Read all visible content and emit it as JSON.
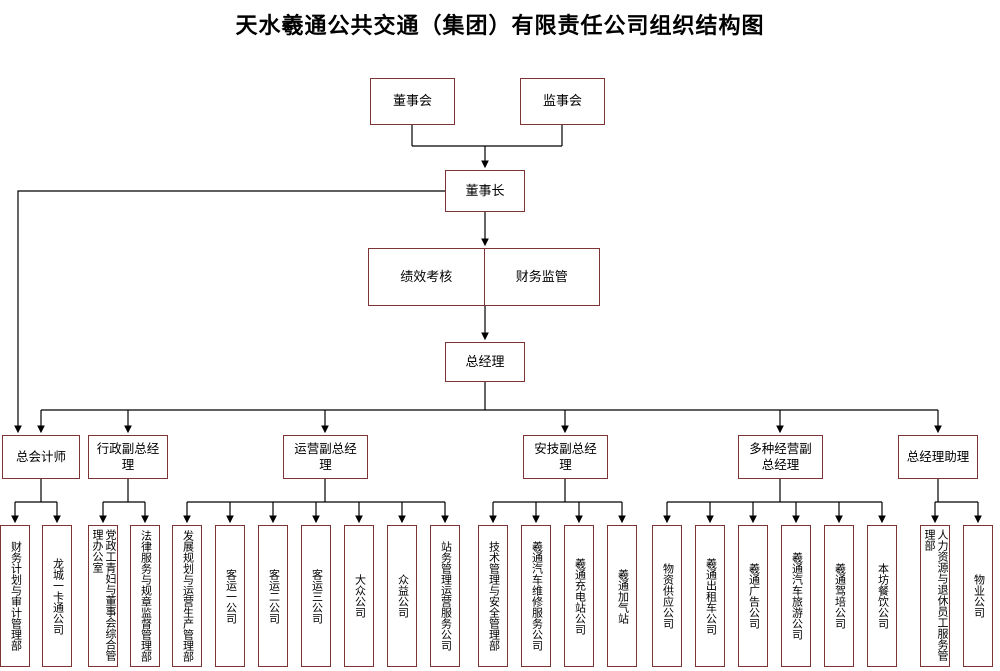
{
  "title": "天水羲通公共交通（集团）有限责任公司组织结构图",
  "colors": {
    "box_border": "#7d3434",
    "line": "#000000"
  },
  "org": {
    "board": "董事会",
    "supervisory": "监事会",
    "chairman": "董事长",
    "oversight": {
      "performance": "绩效考核",
      "finance": "财务监管"
    },
    "general_manager": "总经理",
    "executives": [
      "总会计师",
      "行政副总经理",
      "运营副总经理",
      "安技副总经理",
      "多种经营副总经理",
      "总经理助理"
    ],
    "departments": [
      "财务计划与审计管理部",
      "龙城一卡通公司",
      "党政工青妇与董事会综合管理办公室",
      "法律服务与规章监督管理部",
      "发展规划与运营生产管理部",
      "客运一公司",
      "客运二公司",
      "客运三公司",
      "大众公司",
      "众益公司",
      "站务管理运营服务公司",
      "技术管理与安全管理部",
      "羲通汽车维修服务公司",
      "羲通充电站公司",
      "羲通加气站",
      "物资供应公司",
      "羲通出租车公司",
      "羲通广告公司",
      "羲通汽车旅游公司",
      "羲通驾培公司",
      "本坊餐饮公司",
      "人力资源与退休员工服务管理部",
      "物业公司"
    ]
  }
}
